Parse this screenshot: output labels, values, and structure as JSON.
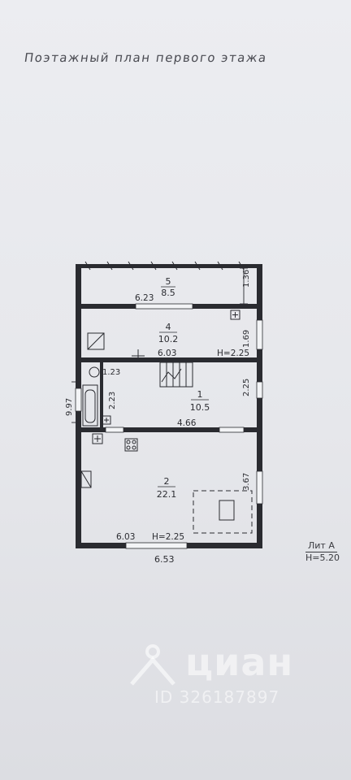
{
  "title": "Поэтажный план первого этажа",
  "rooms": [
    {
      "number": "5",
      "area": "8.5"
    },
    {
      "number": "4",
      "area": "10.2"
    },
    {
      "number": "1",
      "area": "10.5"
    },
    {
      "number": "2",
      "area": "22.1"
    }
  ],
  "dimensions": {
    "room5_width": "6.23",
    "room5_height": "1.36",
    "room4_width": "6.03",
    "room4_height_note": "H=2.25",
    "room4_side": "1.69",
    "room1_width": "4.66",
    "room1_side": "2.25",
    "bath_top": "1.23",
    "bath_side": "2.23",
    "total_height": "9.97",
    "room2_width": "6.03",
    "room2_height_note": "H=2.25",
    "room2_side": "3.67",
    "total_width": "6.53"
  },
  "lit": {
    "label": "Лит А",
    "height": "H=5.20"
  },
  "watermark": {
    "brand": "циан",
    "id": "ID 326187897"
  },
  "colors": {
    "wall": "#2a2b30",
    "paper": "#e9eaee",
    "line": "#3a3b40"
  }
}
